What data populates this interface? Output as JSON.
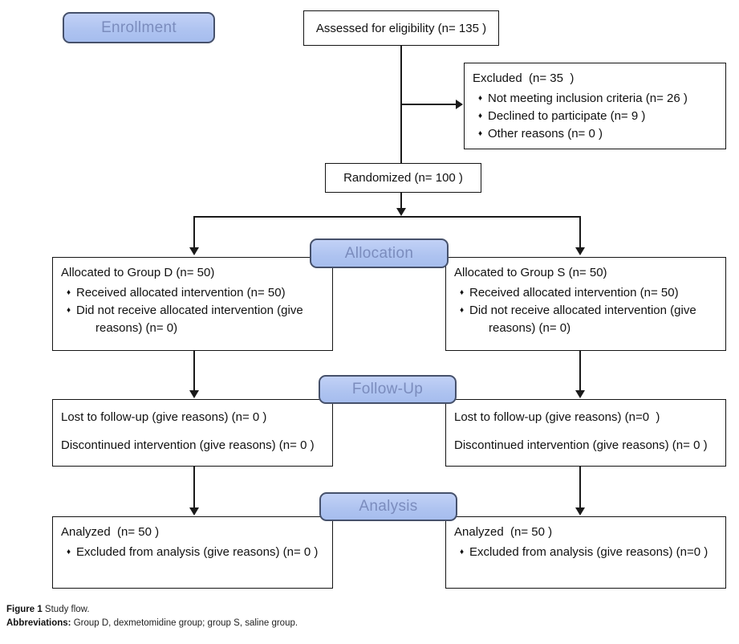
{
  "stages": {
    "enrollment": "Enrollment",
    "allocation": "Allocation",
    "followup": "Follow-Up",
    "analysis": "Analysis"
  },
  "bullet_glyph": "♦",
  "boxes": {
    "assessed": {
      "text": "Assessed for eligibility (n= 135 )"
    },
    "excluded": {
      "title": "Excluded  (n= 35  )",
      "items": [
        "Not meeting inclusion criteria (n= 26 )",
        "Declined to participate (n= 9 )",
        "Other reasons (n= 0 )"
      ]
    },
    "randomized": {
      "text": "Randomized (n= 100 )"
    },
    "allocation_left": {
      "title": "Allocated to Group D (n= 50)",
      "items": [
        "Received allocated intervention (n= 50)",
        "Did not receive allocated intervention (give reasons) (n= 0)"
      ]
    },
    "allocation_right": {
      "title": "Allocated to Group S (n= 50)",
      "items": [
        "Received allocated intervention (n= 50)",
        "Did not receive allocated intervention (give reasons) (n= 0)"
      ]
    },
    "followup_left": {
      "lines": [
        "Lost to follow-up (give reasons) (n= 0 )",
        "Discontinued intervention (give reasons) (n= 0 )"
      ]
    },
    "followup_right": {
      "lines": [
        "Lost to follow-up (give reasons) (n=0  )",
        "Discontinued intervention (give reasons) (n= 0 )"
      ]
    },
    "analysis_left": {
      "title": "Analyzed  (n= 50 )",
      "items": [
        "Excluded from analysis (give reasons) (n= 0 )"
      ]
    },
    "analysis_right": {
      "title": "Analyzed  (n= 50 )",
      "items": [
        "Excluded from analysis (give reasons) (n=0 )"
      ]
    }
  },
  "caption": {
    "figure_label": "Figure 1",
    "figure_text": " Study flow.",
    "abbrev_label": "Abbreviations:",
    "abbrev_text": " Group D, dexmetomidine group; group S, saline group."
  },
  "colors": {
    "stage_fill": "#aec3f0",
    "stage_border": "#46516b",
    "stage_text": "#7b8cbd",
    "line": "#1a1a1a",
    "box_border": "#141414",
    "background": "#ffffff"
  }
}
